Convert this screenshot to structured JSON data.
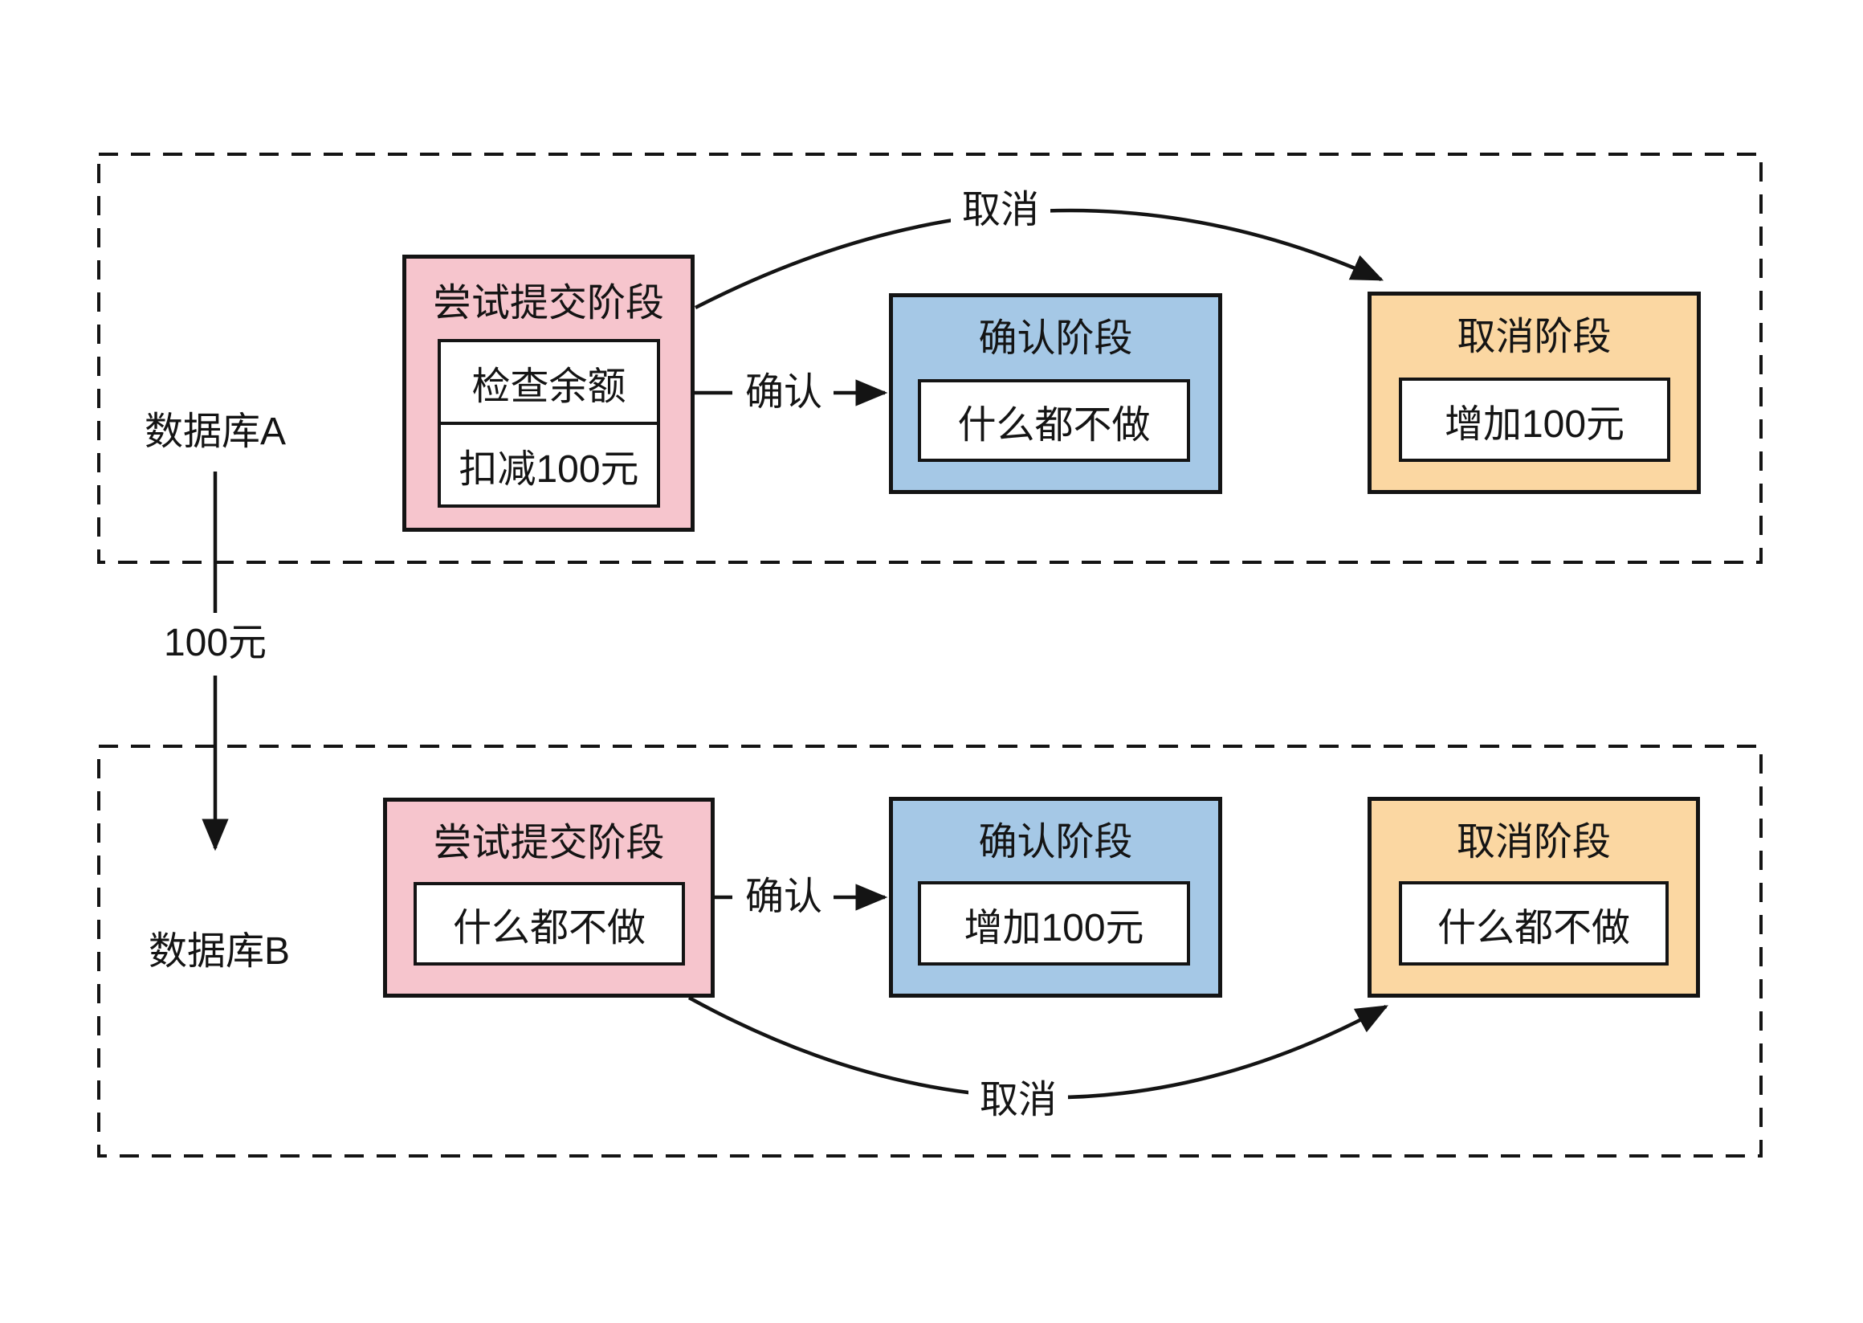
{
  "diagram": {
    "transfer_label": "100元",
    "database_a": {
      "label": "数据库A",
      "try_stage": {
        "title": "尝试提交阶段",
        "items": [
          "检查余额",
          "扣减100元"
        ]
      },
      "confirm_stage": {
        "title": "确认阶段",
        "items": [
          "什么都不做"
        ]
      },
      "cancel_stage": {
        "title": "取消阶段",
        "items": [
          "增加100元"
        ]
      },
      "confirm_edge_label": "确认",
      "cancel_edge_label": "取消"
    },
    "database_b": {
      "label": "数据库B",
      "try_stage": {
        "title": "尝试提交阶段",
        "items": [
          "什么都不做"
        ]
      },
      "confirm_stage": {
        "title": "确认阶段",
        "items": [
          "增加100元"
        ]
      },
      "cancel_stage": {
        "title": "取消阶段",
        "items": [
          "什么都不做"
        ]
      },
      "confirm_edge_label": "确认",
      "cancel_edge_label": "取消"
    },
    "colors": {
      "try_fill": "#f6c5cd",
      "confirm_fill": "#a5c8e6",
      "cancel_fill": "#fbd7a2",
      "stroke": "#141414"
    }
  }
}
